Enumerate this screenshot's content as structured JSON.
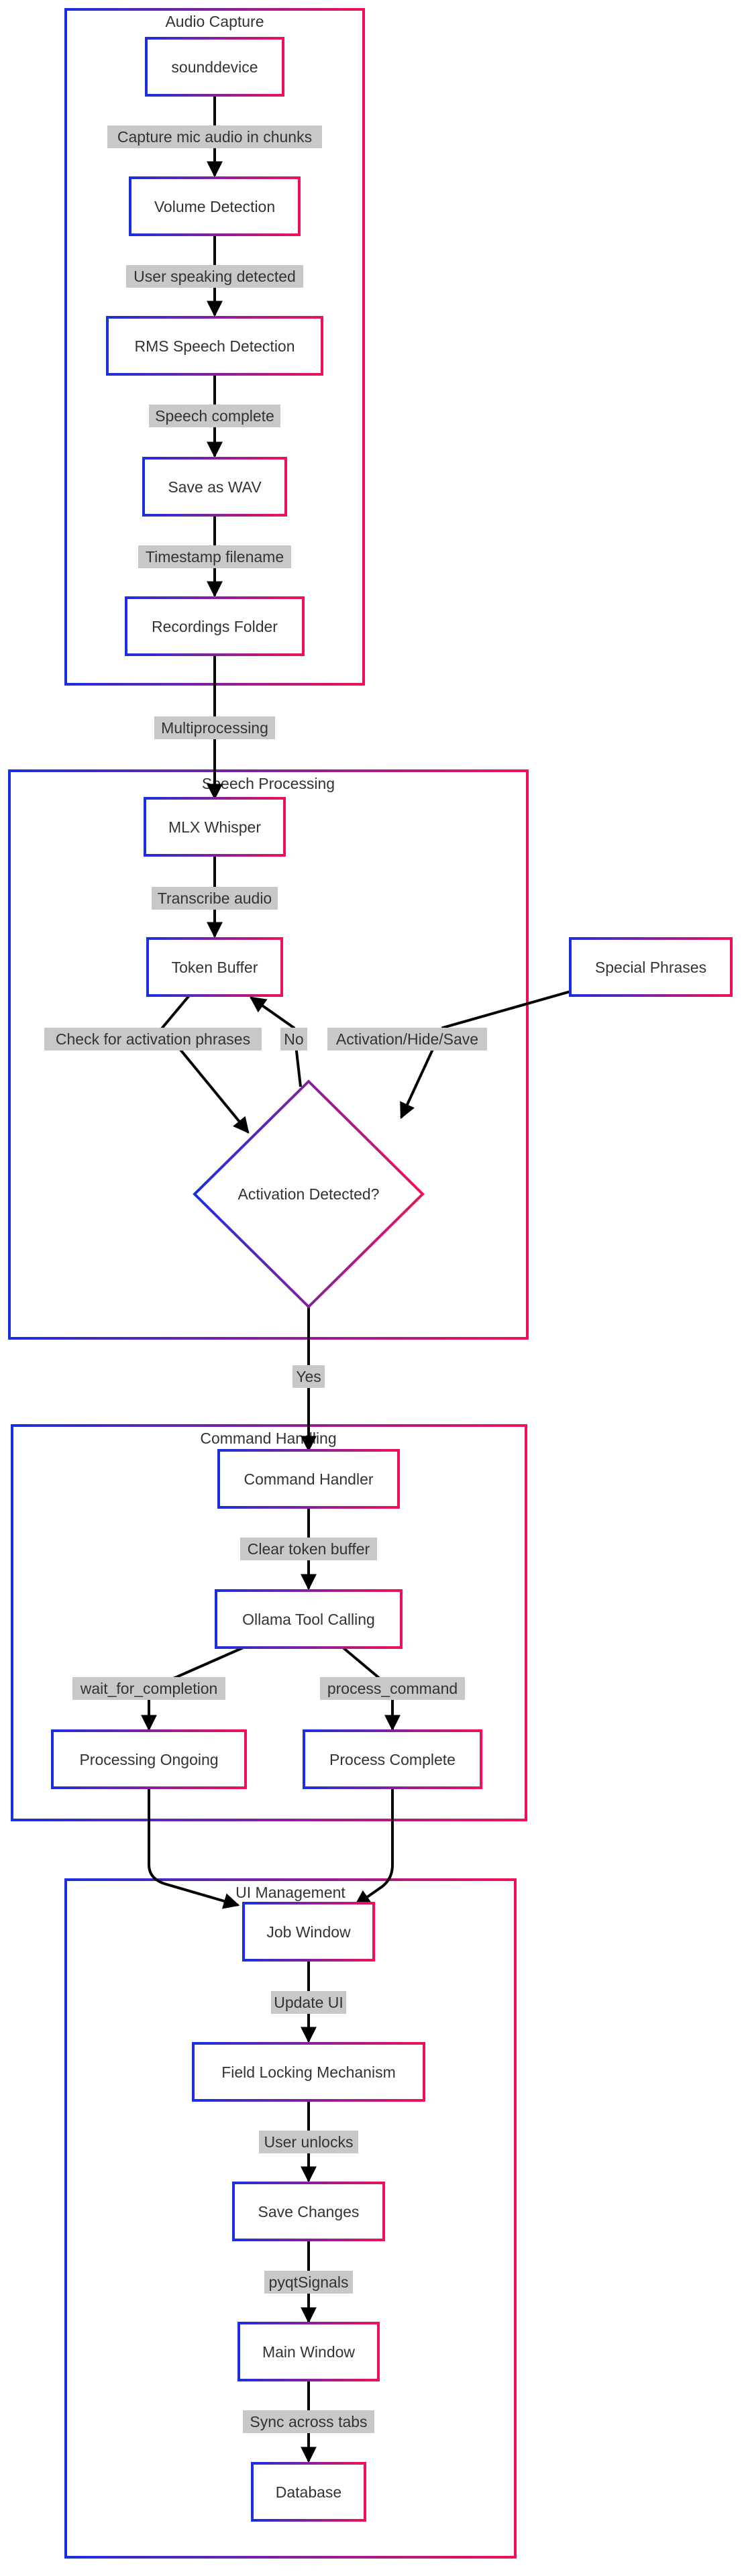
{
  "diagram": {
    "colors": {
      "border_start": "#1a2fe0",
      "border_end": "#f0105a",
      "edge": "#000000",
      "edge_label_bg": "#c8c8c8",
      "text": "#333333"
    },
    "groups": {
      "audio": {
        "title": "Audio Capture"
      },
      "speech": {
        "title": "Speech Processing"
      },
      "command": {
        "title": "Command Handling"
      },
      "ui": {
        "title": "UI Management"
      }
    },
    "nodes": {
      "sounddevice": "sounddevice",
      "volume": "Volume Detection",
      "rms": "RMS Speech Detection",
      "wav": "Save as WAV",
      "folder": "Recordings Folder",
      "whisper": "MLX Whisper",
      "token": "Token Buffer",
      "special": "Special Phrases",
      "activation": "Activation Detected?",
      "cmdhandler": "Command Handler",
      "ollama": "Ollama Tool Calling",
      "ongoing": "Processing Ongoing",
      "complete": "Process Complete",
      "jobwin": "Job Window",
      "fieldlock": "Field Locking Mechanism",
      "savechanges": "Save Changes",
      "mainwin": "Main Window",
      "database": "Database"
    },
    "edges": {
      "capture": "Capture mic audio in chunks",
      "speaking": "User speaking detected",
      "speech_complete": "Speech complete",
      "timestamp": "Timestamp filename",
      "multiprocessing": "Multiprocessing",
      "transcribe": "Transcribe audio",
      "check": "Check for activation phrases",
      "no": "No",
      "activation_hide_save": "Activation/Hide/Save",
      "yes": "Yes",
      "clear": "Clear token buffer",
      "wait": "wait_for_completion",
      "process_command": "process_command",
      "update_ui": "Update UI",
      "user_unlocks": "User unlocks",
      "pyqt": "pyqtSignals",
      "sync": "Sync across tabs"
    }
  }
}
